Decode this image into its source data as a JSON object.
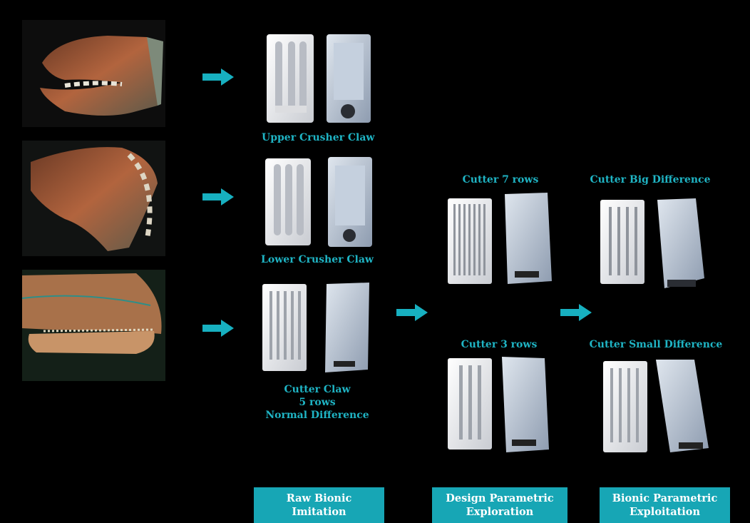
{
  "colors": {
    "accent": "#1fb4c4",
    "banner": "#17a6b5",
    "background": "#000000"
  },
  "labels": {
    "upper_crusher": "Upper Crusher Claw",
    "lower_crusher": "Lower Crusher Claw",
    "cutter_claw_1": "Cutter Claw",
    "cutter_claw_2": "5 rows",
    "cutter_claw_3": "Normal Difference",
    "cutter_7": "Cutter 7 rows",
    "cutter_3": "Cutter 3 rows",
    "cutter_big": "Cutter Big Difference",
    "cutter_small": "Cutter Small Difference"
  },
  "stages": [
    {
      "line1": "Raw Bionic",
      "line2": "Imitation"
    },
    {
      "line1": "Design Parametric",
      "line2": "Exploration"
    },
    {
      "line1": "Bionic Parametric",
      "line2": "Exploitation"
    }
  ],
  "photos": [
    {
      "icon": "crusher-claw-photo"
    },
    {
      "icon": "lower-crusher-claw-photo"
    },
    {
      "icon": "cutter-claw-photo"
    }
  ]
}
